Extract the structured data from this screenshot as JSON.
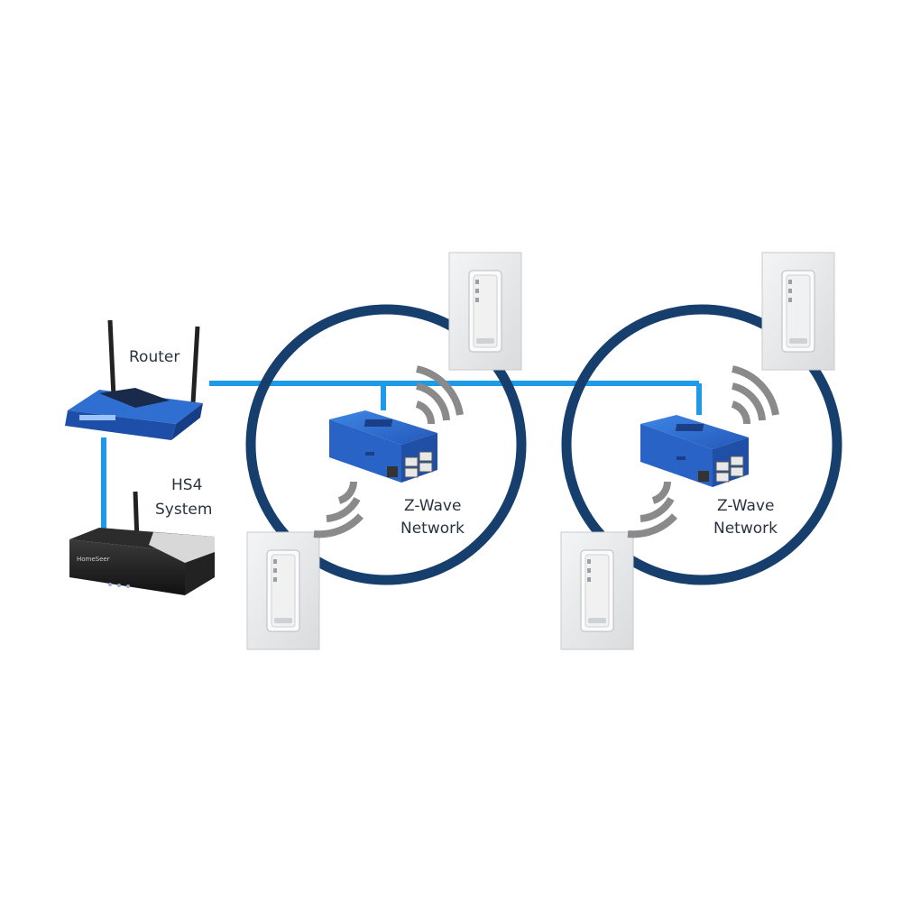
{
  "labels": {
    "router": "Router",
    "hs4_line1": "HS4",
    "hs4_line2": "System",
    "zwave_line1": "Z-Wave",
    "zwave_line2": "Network"
  },
  "colors": {
    "link": "#1e9be8",
    "circle": "#173f6e",
    "waves": "#8a8a8a",
    "device_blue": "#2f6fd1",
    "text": "#2a3340"
  },
  "icons": {
    "router": "wireless-router-icon",
    "hs4": "hs4-controller-icon",
    "interface": "zwave-interface-icon",
    "switch": "wall-switch-icon"
  }
}
